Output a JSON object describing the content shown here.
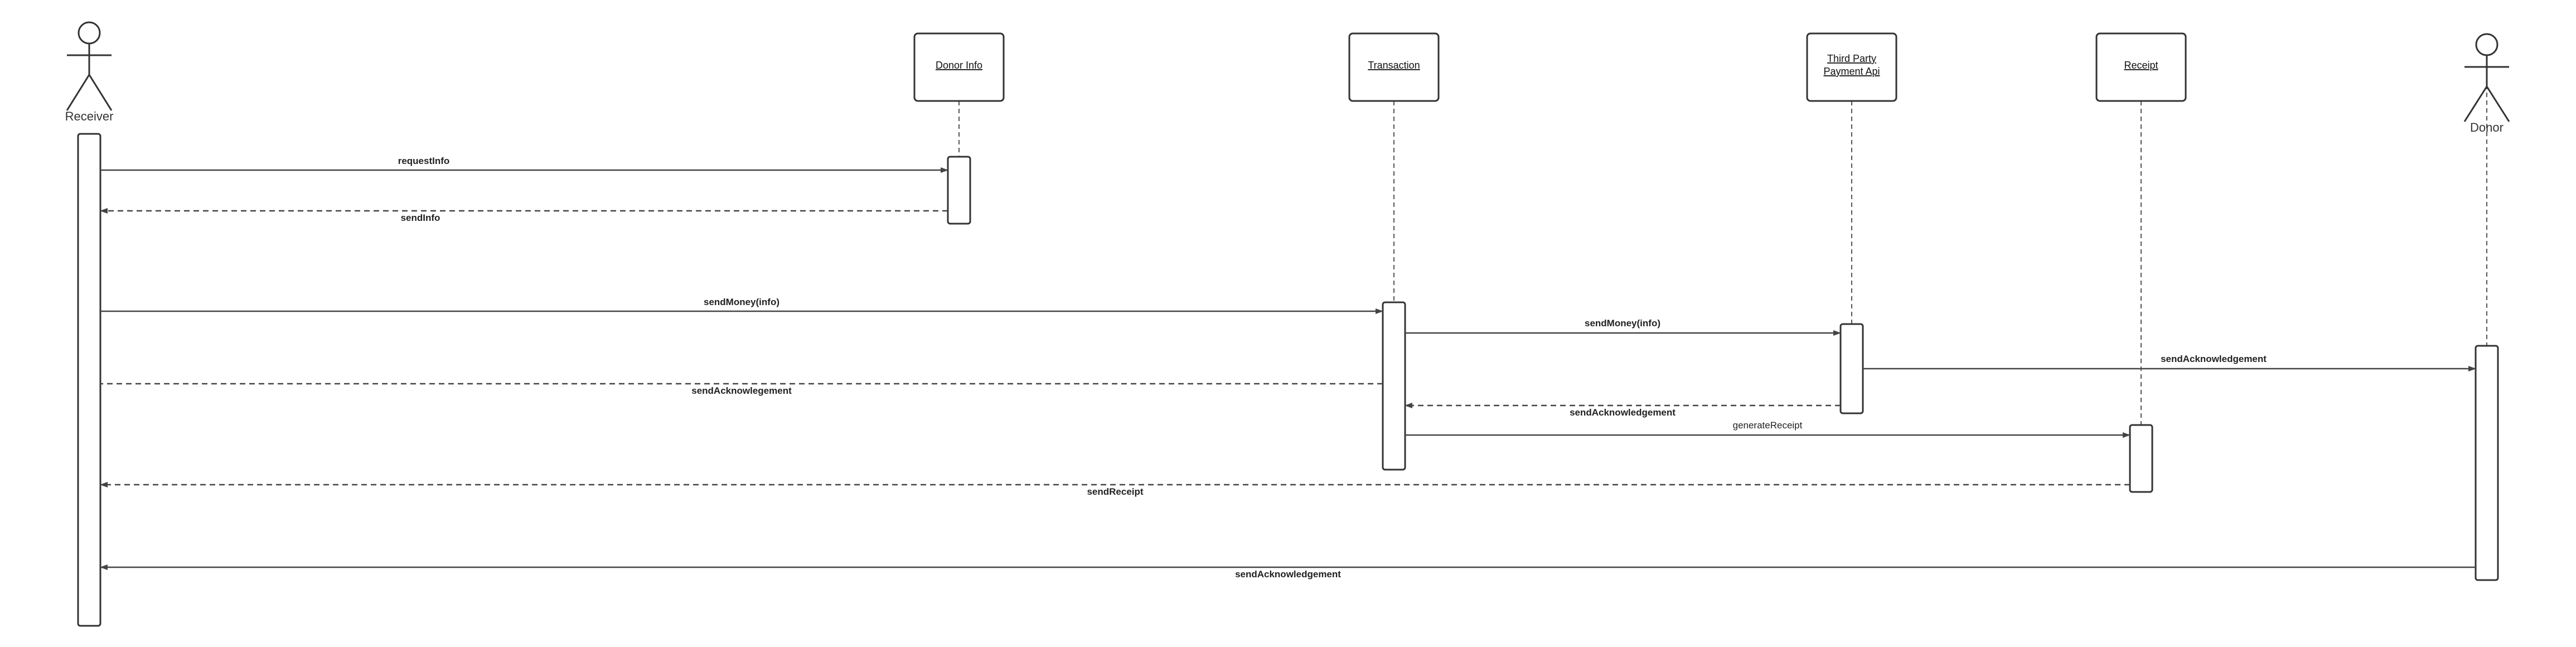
{
  "diagram": {
    "type": "sequence",
    "participants": [
      {
        "id": "receiver",
        "kind": "actor",
        "label": "Receiver"
      },
      {
        "id": "donor_info",
        "kind": "object",
        "label_lines": [
          "Donor Info"
        ]
      },
      {
        "id": "transaction",
        "kind": "object",
        "label_lines": [
          "Transaction"
        ]
      },
      {
        "id": "third_party",
        "kind": "object",
        "label_lines": [
          "Third Party",
          "Payment Api"
        ]
      },
      {
        "id": "receipt",
        "kind": "object",
        "label_lines": [
          "Receipt"
        ]
      },
      {
        "id": "donor",
        "kind": "actor",
        "label": "Donor"
      }
    ],
    "messages": [
      {
        "from": "receiver",
        "to": "donor_info",
        "label": "requestInfo",
        "style": "solid"
      },
      {
        "from": "donor_info",
        "to": "receiver",
        "label": "sendInfo",
        "style": "dashed"
      },
      {
        "from": "receiver",
        "to": "transaction",
        "label": "sendMoney(info)",
        "style": "solid"
      },
      {
        "from": "transaction",
        "to": "third_party",
        "label": "sendMoney(info)",
        "style": "solid"
      },
      {
        "from": "third_party",
        "to": "donor",
        "label": "sendAcknowledgement",
        "style": "solid"
      },
      {
        "from": "transaction",
        "to": "receiver",
        "label": "sendAcknowlegement",
        "style": "dashed"
      },
      {
        "from": "third_party",
        "to": "transaction",
        "label": "sendAcknowledgement",
        "style": "dashed"
      },
      {
        "from": "transaction",
        "to": "receipt",
        "label": "generateReceipt",
        "style": "solid"
      },
      {
        "from": "receipt",
        "to": "receiver",
        "label": "sendReceipt",
        "style": "dashed"
      },
      {
        "from": "donor",
        "to": "receiver",
        "label": "sendAcknowledgement",
        "style": "solid"
      }
    ]
  }
}
